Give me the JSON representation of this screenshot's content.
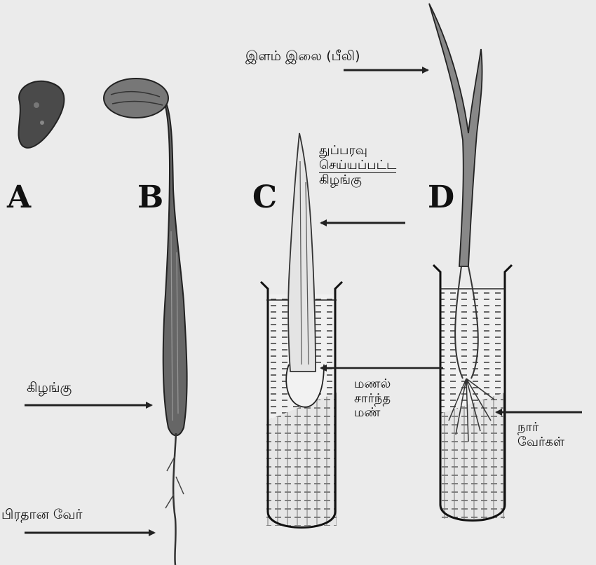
{
  "panels": {
    "a": "A",
    "b": "B",
    "c": "C",
    "d": "D"
  },
  "labels": {
    "young_leaf": "இளம் இலை (பீலி)",
    "sterilized_tuber": [
      "துப்பரவு",
      "செய்யப்பட்ட",
      "கிழங்கு"
    ],
    "tuber": "கிழங்கு",
    "main_root": "பிரதான வேர்",
    "sandy_soil": [
      "மணல்",
      "சார்ந்த",
      "மண்"
    ],
    "fibrous_roots": [
      "நார்",
      "வேர்கள்"
    ]
  }
}
